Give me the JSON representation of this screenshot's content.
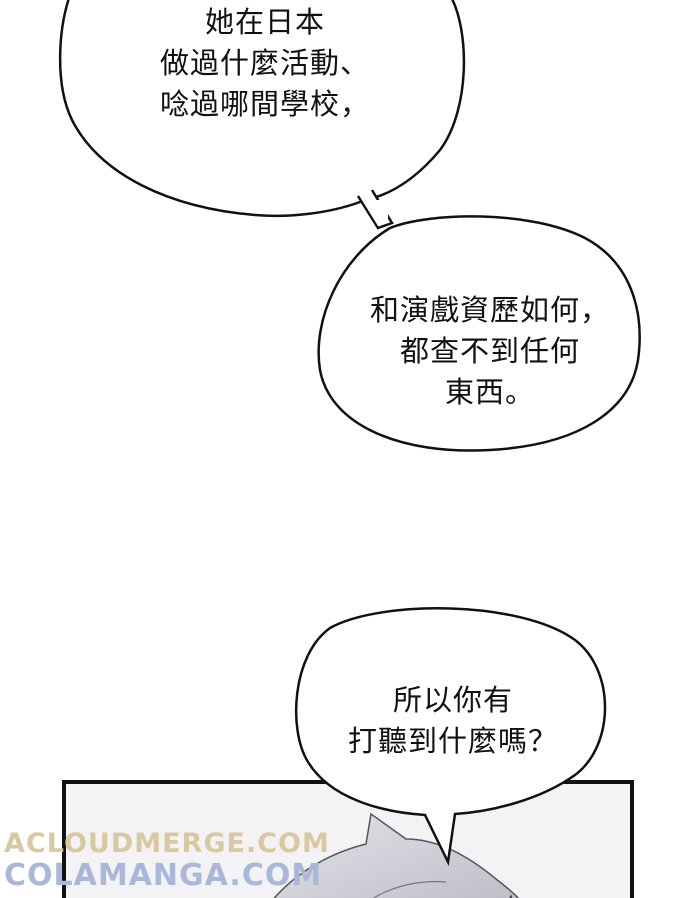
{
  "bubbles": [
    {
      "lines": [
        "她在日本",
        "做過什麼活動、",
        "唸過哪間學校，"
      ]
    },
    {
      "lines": [
        "和演戲資歷如何，",
        "都查不到任何",
        "東西。"
      ]
    },
    {
      "lines": [
        "所以你有",
        "打聽到什麼嗎？"
      ]
    }
  ],
  "watermark": {
    "line1": "ACLOUDMERGE.COM",
    "line2": "COLAMANGA.COM"
  },
  "colors": {
    "ink": "#111111",
    "background": "#ffffff",
    "watermark_gold": "#d9c9a2",
    "watermark_blue": "#a9b7d8"
  }
}
